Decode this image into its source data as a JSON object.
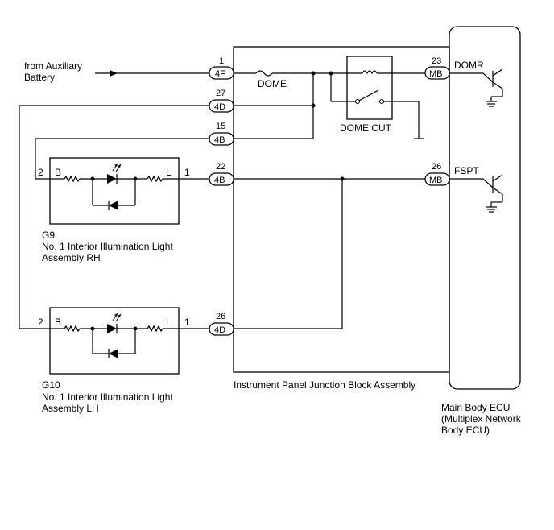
{
  "source": {
    "line1": "from Auxiliary",
    "line2": "Battery"
  },
  "junction_block": {
    "label": "Instrument Panel Junction Block Assembly",
    "fuse_label": "DOME",
    "relay_label": "DOME CUT",
    "pins": [
      {
        "number": "1",
        "connector": "4F"
      },
      {
        "number": "27",
        "connector": "4D"
      },
      {
        "number": "15",
        "connector": "4B"
      },
      {
        "number": "22",
        "connector": "4B"
      },
      {
        "number": "26",
        "connector": "4D"
      },
      {
        "number": "23",
        "connector": "MB"
      },
      {
        "number": "26",
        "connector": "MB"
      }
    ]
  },
  "ecu": {
    "line1": "Main Body ECU",
    "line2": "(Multiplex Network",
    "line3": "Body ECU)",
    "signals": [
      "DOMR",
      "FSPT"
    ]
  },
  "lights": [
    {
      "code": "G9",
      "name_line1": "No. 1 Interior Illumination Light",
      "name_line2": "Assembly RH",
      "pin_left": "2",
      "pin_left_label": "B",
      "pin_right": "1",
      "pin_right_label": "L"
    },
    {
      "code": "G10",
      "name_line1": "No. 1 Interior Illumination Light",
      "name_line2": "Assembly LH",
      "pin_left": "2",
      "pin_left_label": "B",
      "pin_right": "1",
      "pin_right_label": "L"
    }
  ]
}
